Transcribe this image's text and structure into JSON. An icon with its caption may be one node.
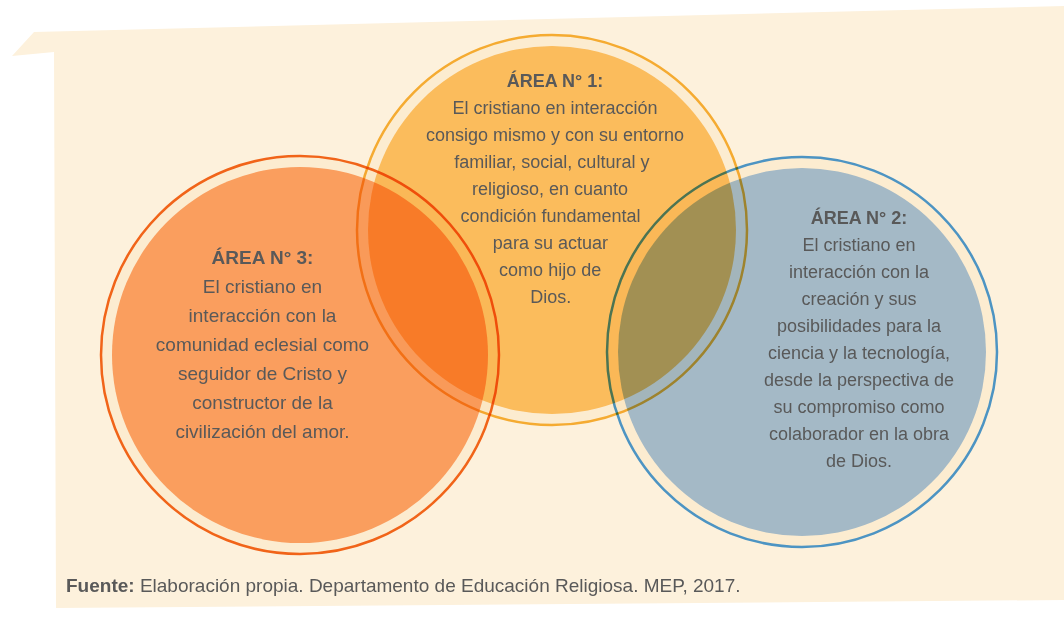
{
  "diagram": {
    "caption": "**Fuente:** Elaboración propia. Departamento de Educación Religiosa. MEP, 2017.",
    "nodes": [
      {
        "text": [
          "ÁREA N° 1:",
          "El cristiano en interacción consigo mismo y con su entorno familiar, social, cultural y religioso, en cuanto condición fundamental para su actuar como hijo de Dios."
        ]
      },
      {
        "text": [
          "ÁREA N° 2:",
          "El cristiano en interacción con la creación y sus posibilidades para la ciencia y la tecnología, desde la perspectiva de su compromiso como colaborador en la obra de Dios."
        ]
      },
      {
        "text": [
          "ÁREA N° 3:",
          "El cristiano en interacción con la comunidad eclesial como seguidor de Cristo y constructor de la civilización del amor."
        ]
      }
    ]
  }
}
